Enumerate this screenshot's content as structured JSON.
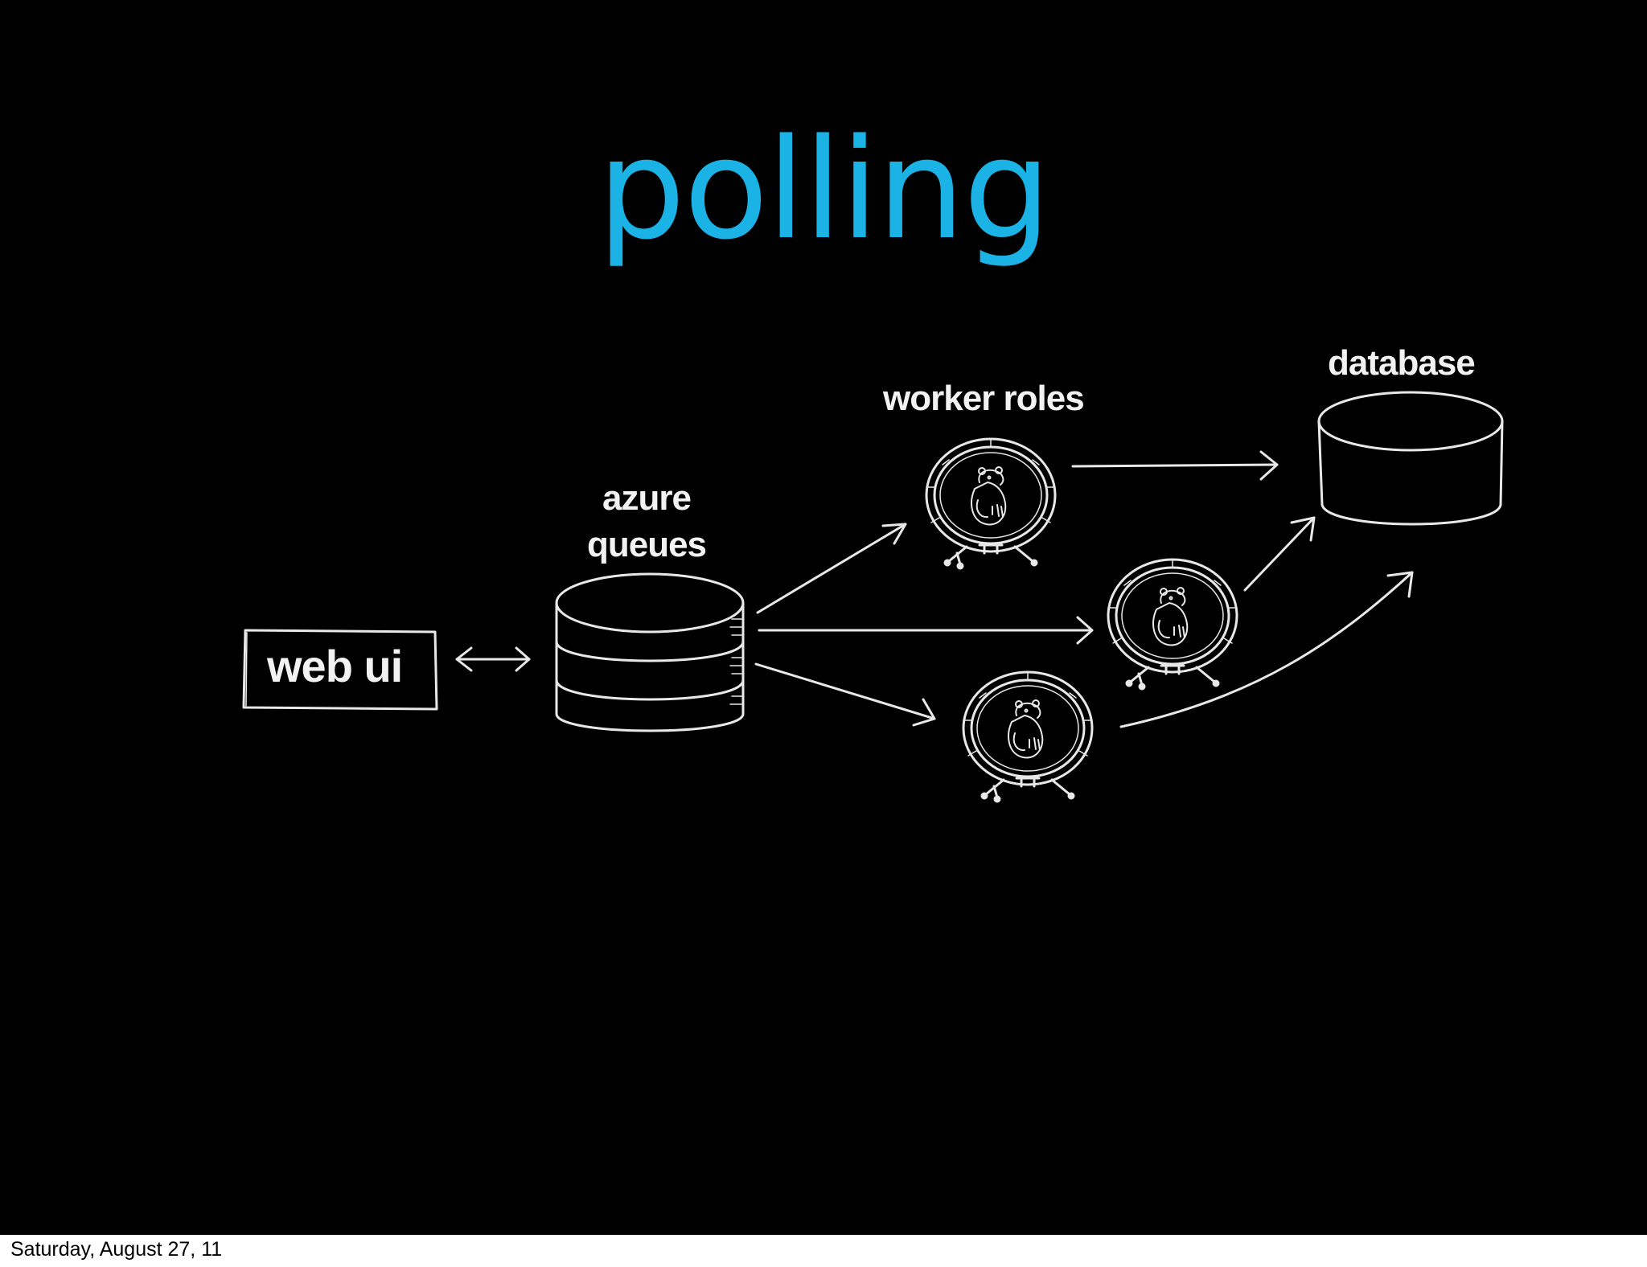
{
  "slide": {
    "title": "polling",
    "title_color": "#1bb2e6",
    "background_color": "#000000",
    "stroke_color": "#e8e8e8"
  },
  "diagram": {
    "nodes": {
      "web_ui": "web ui",
      "queues_line1": "azure",
      "queues_line2": "queues",
      "workers": "worker roles",
      "database": "database"
    },
    "worker_icon": "hamster-wheel-icon",
    "queue_icon": "stacked-cylinder-icon",
    "database_icon": "cylinder-icon"
  },
  "footer": {
    "date": "Saturday, August 27, 11"
  }
}
